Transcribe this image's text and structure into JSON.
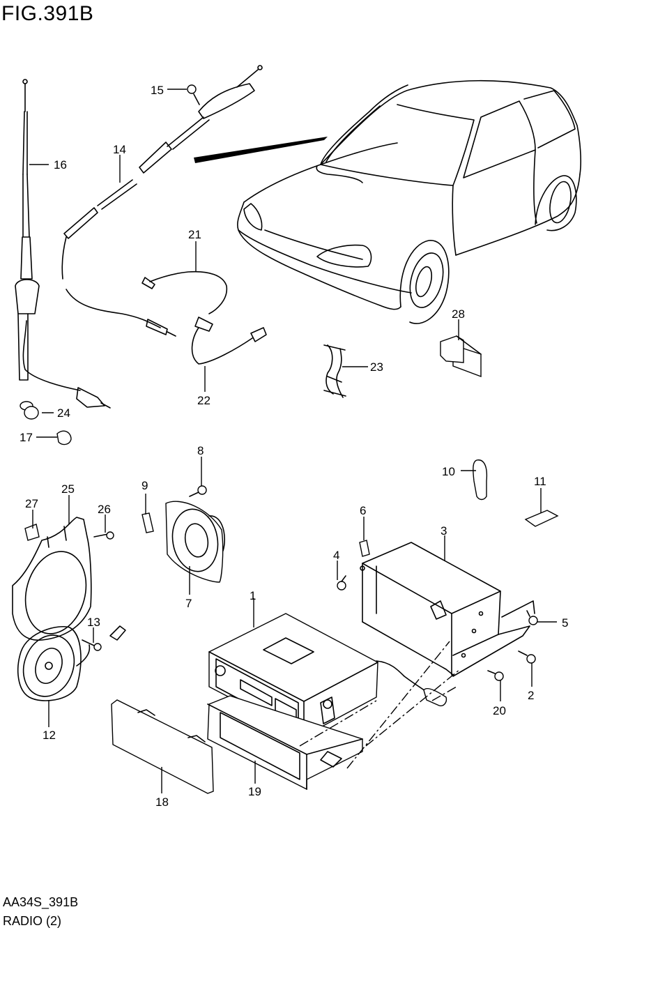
{
  "figure": {
    "title": "FIG.391B",
    "code": "AA34S_391B",
    "caption": "RADIO (2)"
  },
  "callouts": [
    "1",
    "2",
    "3",
    "4",
    "5",
    "6",
    "7",
    "8",
    "9",
    "10",
    "11",
    "12",
    "13",
    "14",
    "15",
    "16",
    "17",
    "18",
    "19",
    "20",
    "21",
    "22",
    "23",
    "24",
    "25",
    "26",
    "27",
    "28"
  ],
  "colors": {
    "line": "#000000",
    "background": "#ffffff"
  }
}
